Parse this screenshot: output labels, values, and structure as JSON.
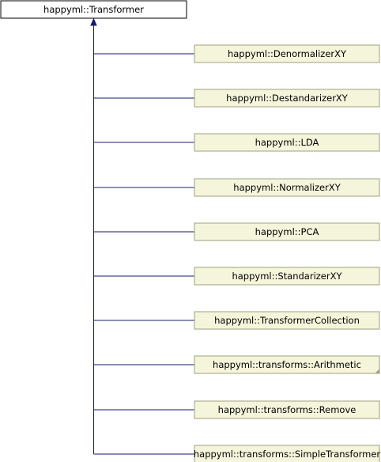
{
  "diagram": {
    "type": "class-inheritance",
    "base": {
      "label": "happyml::Transformer"
    },
    "children": [
      {
        "label": "happyml::DenormalizerXY"
      },
      {
        "label": "happyml::DestandarizerXY"
      },
      {
        "label": "happyml::LDA"
      },
      {
        "label": "happyml::NormalizerXY"
      },
      {
        "label": "happyml::PCA"
      },
      {
        "label": "happyml::StandarizerXY"
      },
      {
        "label": "happyml::TransformerCollection"
      },
      {
        "label": "happyml::transforms::Arithmetic",
        "folded_corner": true
      },
      {
        "label": "happyml::transforms::Remove"
      },
      {
        "label": "happyml::transforms::SimpleTransformer"
      }
    ],
    "colors": {
      "base_fill": "#ffffff",
      "child_fill": "#f5f5dc",
      "child_border": "#a0a080",
      "base_border": "#000000",
      "edge": "#191970",
      "fold_mark": "#a0a080"
    }
  }
}
